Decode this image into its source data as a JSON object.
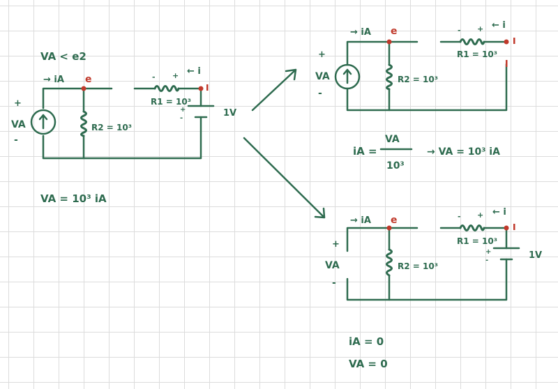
{
  "colors": {
    "ink": "#2e6b4f",
    "node": "#c0392b",
    "grid": "#dcdcdc"
  },
  "left": {
    "condition": "VA < e2",
    "iA": "→ iA",
    "node_e": "e",
    "i_arrow": "← i",
    "plus": "+",
    "minus": "-",
    "VA": "VA",
    "R2": "R2 = 10³",
    "R1": "R1 = 10³",
    "battery": "1V",
    "equation": "VA = 10³ iA"
  },
  "top_right": {
    "iA": "→ iA",
    "node_e": "e",
    "i_arrow": "← i",
    "VA": "VA",
    "R2": "R2 = 10³",
    "R1": "R1 = 10³",
    "eq_lhs": "iA =",
    "eq_num": "VA",
    "eq_den": "10³",
    "eq_rhs": "→ VA = 10³ iA"
  },
  "bottom_right": {
    "iA": "→ iA",
    "node_e": "e",
    "i_arrow": "← i",
    "VA": "VA",
    "R2": "R2 = 10³",
    "R1": "R1 = 10³",
    "battery": "1V",
    "result_i": "iA = 0",
    "result_v": "VA = 0"
  }
}
